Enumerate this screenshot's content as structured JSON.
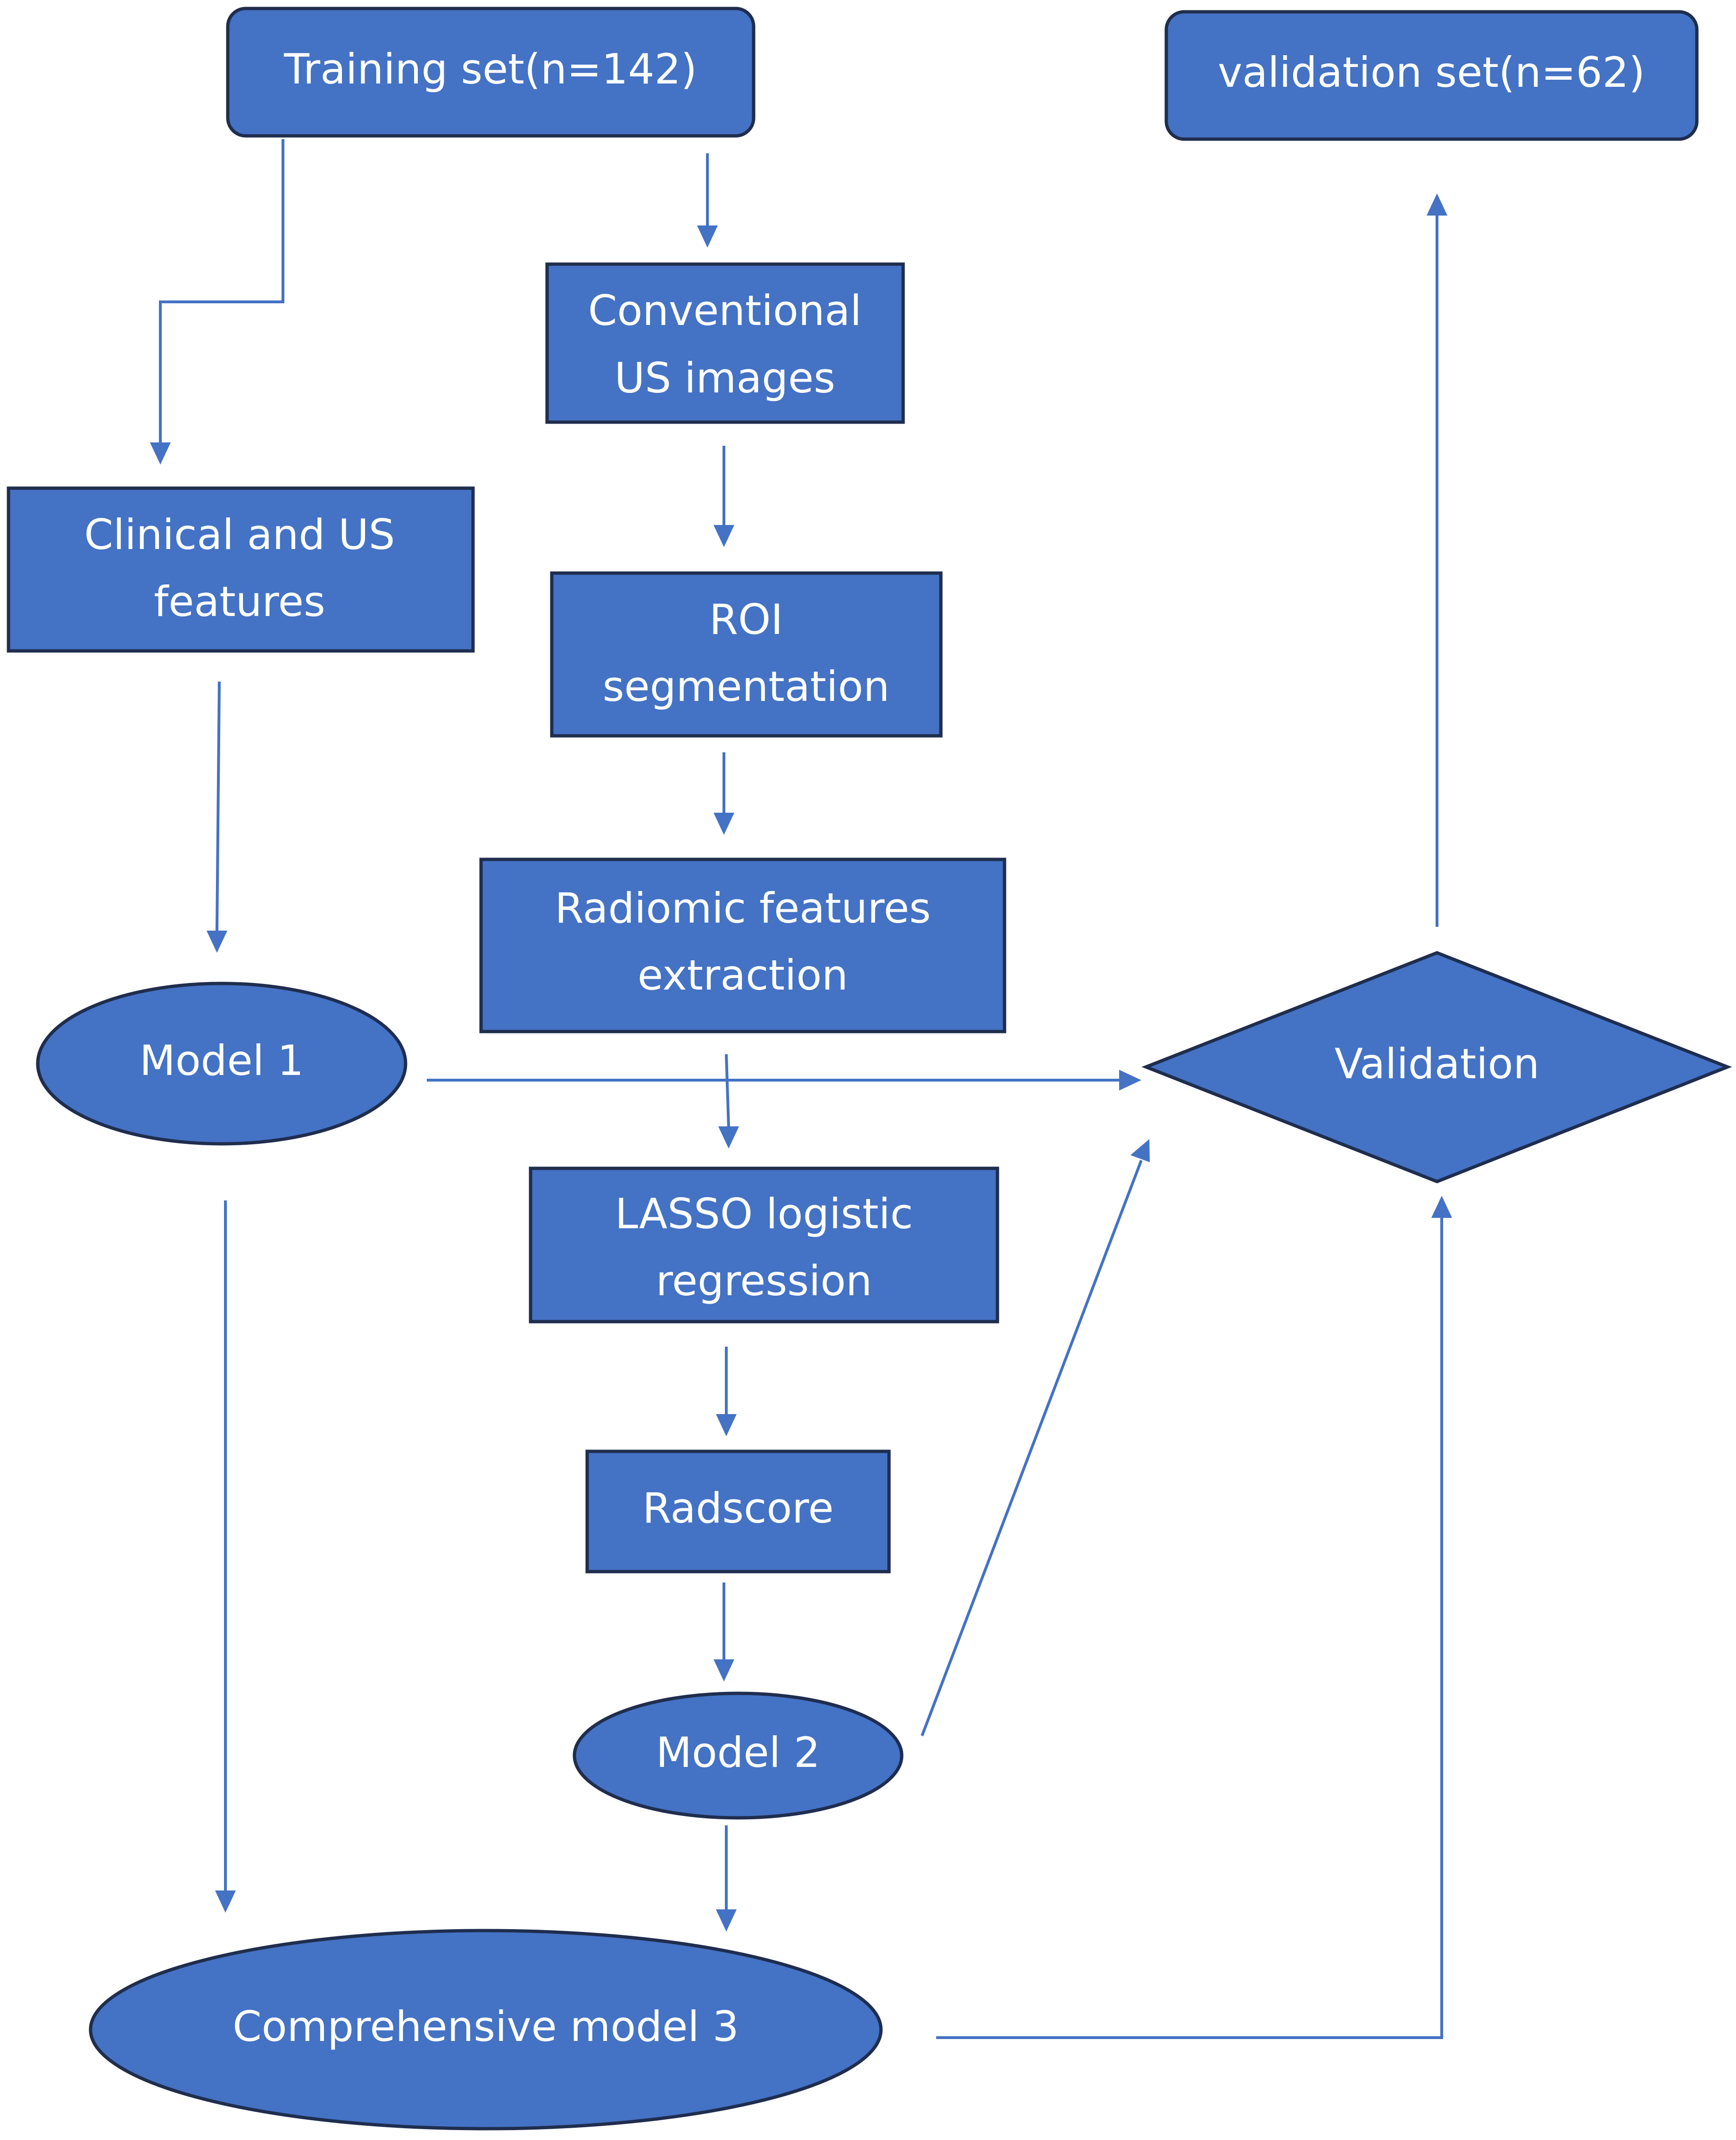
{
  "colors": {
    "node_fill": "#4472c4",
    "node_stroke": "#1f2d4e",
    "edge": "#4472c4",
    "text": "#ffffff",
    "background": "#ffffff"
  },
  "nodes": {
    "training_set": "Training set(n=142)",
    "validation_set": "validation set(n=62)",
    "conventional_us": [
      "Conventional",
      "US images"
    ],
    "clinical_us": [
      "Clinical and US",
      "features"
    ],
    "roi": [
      "ROI",
      "segmentation"
    ],
    "radiomic": [
      "Radiomic features",
      "extraction"
    ],
    "model1": "Model 1",
    "validation": "Validation",
    "lasso": [
      "LASSO logistic",
      "regression"
    ],
    "radscore": "Radscore",
    "model2": "Model 2",
    "model3": "Comprehensive model 3"
  }
}
